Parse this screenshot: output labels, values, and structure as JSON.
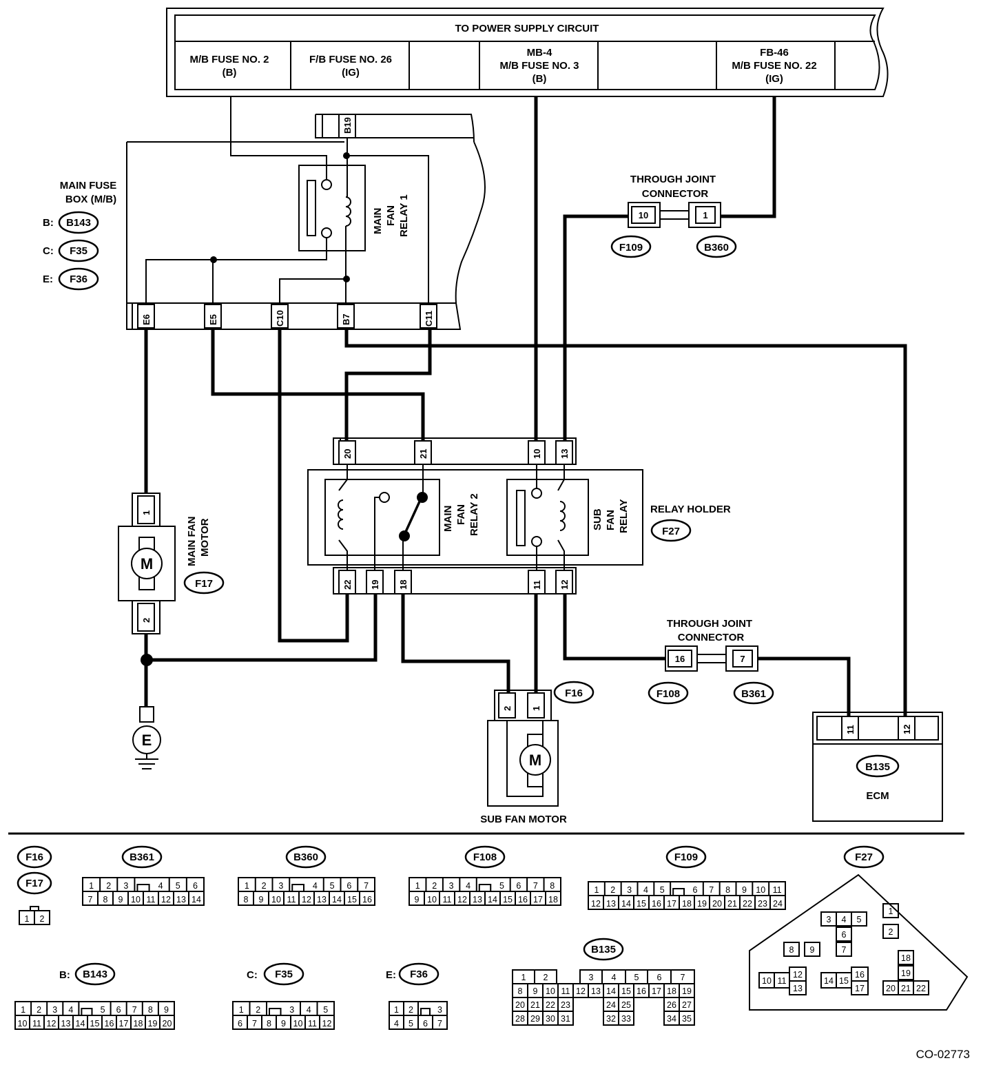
{
  "power_supply": {
    "title": "TO POWER SUPPLY CIRCUIT",
    "fuses": [
      {
        "line1": "M/B FUSE NO. 2",
        "line2": "(B)",
        "line3": ""
      },
      {
        "line1": "F/B FUSE NO. 26",
        "line2": "(IG)",
        "line3": ""
      },
      {
        "line1": "",
        "line2": "",
        "line3": ""
      },
      {
        "line1": "MB-4",
        "line2": "M/B FUSE NO. 3",
        "line3": "(B)"
      },
      {
        "line1": "",
        "line2": "",
        "line3": ""
      },
      {
        "line1": "FB-46",
        "line2": "M/B FUSE NO. 22",
        "line3": "(IG)"
      }
    ]
  },
  "main_fuse_box": {
    "label1": "MAIN FUSE",
    "label2": "BOX (M/B)",
    "refs": [
      {
        "prefix": "B:",
        "code": "B143"
      },
      {
        "prefix": "C:",
        "code": "F35"
      },
      {
        "prefix": "E:",
        "code": "F36"
      }
    ],
    "top_pin": "B19",
    "bottom_pins": [
      "E6",
      "E5",
      "C10",
      "B7",
      "C11"
    ]
  },
  "main_fan_relay_1": {
    "l1": "MAIN",
    "l2": "FAN",
    "l3": "RELAY 1"
  },
  "through_joint_1": {
    "l1": "THROUGH JOINT",
    "l2": "CONNECTOR",
    "pins": [
      "10",
      "1"
    ],
    "refs": [
      "F109",
      "B360"
    ]
  },
  "through_joint_2": {
    "l1": "THROUGH JOINT",
    "l2": "CONNECTOR",
    "pins": [
      "16",
      "7"
    ],
    "refs": [
      "F108",
      "B361"
    ]
  },
  "relay_holder": {
    "label": "RELAY HOLDER",
    "ref": "F27",
    "top_pins": [
      "20",
      "21",
      "10",
      "13"
    ],
    "bottom_pins": [
      "22",
      "19",
      "18",
      "11",
      "12"
    ],
    "relay2": {
      "l1": "MAIN",
      "l2": "FAN",
      "l3": "RELAY 2"
    },
    "sub_relay": {
      "l1": "SUB",
      "l2": "FAN",
      "l3": "RELAY"
    }
  },
  "main_fan_motor": {
    "l1": "MAIN FAN",
    "l2": "MOTOR",
    "ref": "F17",
    "pins": [
      "1",
      "2"
    ],
    "symbol": "M"
  },
  "ground": {
    "symbol": "E"
  },
  "sub_fan_motor": {
    "label": "SUB FAN MOTOR",
    "ref": "F16",
    "pins": [
      "2",
      "1"
    ],
    "symbol": "M"
  },
  "ecm": {
    "label": "ECM",
    "ref": "B135",
    "pins": [
      "11",
      "12"
    ]
  },
  "connectors": {
    "f16": "F16",
    "f17": "F17",
    "f16_pins": [
      "1",
      "2"
    ],
    "b361": {
      "code": "B361",
      "row1": [
        "1",
        "2",
        "3",
        "",
        "4",
        "5",
        "6"
      ],
      "row2": [
        "7",
        "8",
        "9",
        "10",
        "11",
        "12",
        "13",
        "14"
      ]
    },
    "b360": {
      "code": "B360",
      "row1": [
        "1",
        "2",
        "3",
        "",
        "4",
        "5",
        "6",
        "7"
      ],
      "row2": [
        "8",
        "9",
        "10",
        "11",
        "12",
        "13",
        "14",
        "15",
        "16"
      ]
    },
    "f108": {
      "code": "F108",
      "row1": [
        "1",
        "2",
        "3",
        "4",
        "",
        "5",
        "6",
        "7",
        "8"
      ],
      "row2": [
        "9",
        "10",
        "11",
        "12",
        "13",
        "14",
        "15",
        "16",
        "17",
        "18"
      ]
    },
    "f109": {
      "code": "F109",
      "row1": [
        "1",
        "2",
        "3",
        "4",
        "5",
        "",
        "6",
        "7",
        "8",
        "9",
        "10",
        "11"
      ],
      "row2": [
        "12",
        "13",
        "14",
        "15",
        "16",
        "17",
        "18",
        "19",
        "20",
        "21",
        "22",
        "23",
        "24"
      ]
    },
    "f27": {
      "code": "F27",
      "cells": [
        "1",
        "2",
        "3",
        "4",
        "5",
        "6",
        "7",
        "8",
        "9",
        "10",
        "11",
        "12",
        "13",
        "14",
        "15",
        "16",
        "17",
        "18",
        "19",
        "20",
        "21",
        "22"
      ]
    },
    "b143": {
      "prefix": "B:",
      "code": "B143",
      "row1": [
        "1",
        "2",
        "3",
        "4",
        "",
        "5",
        "6",
        "7",
        "8",
        "9"
      ],
      "row2": [
        "10",
        "11",
        "12",
        "13",
        "14",
        "15",
        "16",
        "17",
        "18",
        "19",
        "20"
      ]
    },
    "f35": {
      "prefix": "C:",
      "code": "F35",
      "row1": [
        "1",
        "2",
        "",
        "3",
        "4",
        "5"
      ],
      "row2": [
        "6",
        "7",
        "8",
        "9",
        "10",
        "11",
        "12"
      ]
    },
    "f36": {
      "prefix": "E:",
      "code": "F36",
      "row1": [
        "1",
        "2",
        "",
        "3"
      ],
      "row2": [
        "4",
        "5",
        "6",
        "7"
      ]
    },
    "b135": {
      "code": "B135",
      "row1": [
        "1",
        "2",
        "3",
        "4",
        "5",
        "6",
        "7"
      ],
      "row2": [
        "8",
        "9",
        "10",
        "11",
        "12",
        "13",
        "14",
        "15",
        "16",
        "17",
        "18",
        "19"
      ],
      "row3": [
        "20",
        "21",
        "22",
        "23",
        "24",
        "25",
        "26",
        "27"
      ],
      "row4": [
        "28",
        "29",
        "30",
        "31",
        "32",
        "33",
        "34",
        "35"
      ]
    }
  },
  "figure_id": "CO-02773"
}
